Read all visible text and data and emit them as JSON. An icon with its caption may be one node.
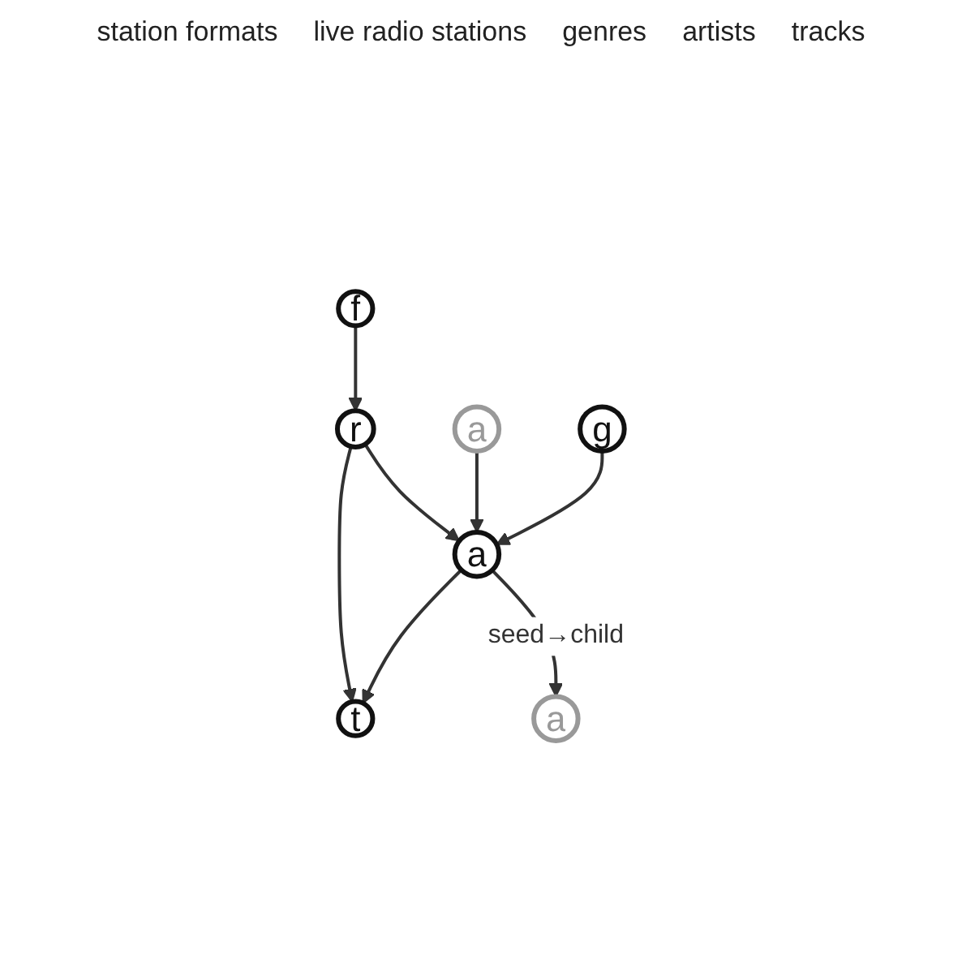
{
  "diagram": {
    "nodes": [
      {
        "text": [
          "f"
        ]
      },
      {
        "text": [
          "r"
        ]
      },
      {
        "text": [
          "a"
        ]
      },
      {
        "text": [
          "g"
        ]
      },
      {
        "text": [
          "a"
        ]
      },
      {
        "text": [
          "t"
        ]
      },
      {
        "text": [
          "a"
        ]
      }
    ],
    "edges": [
      {
        "from": 0,
        "to": 1,
        "arrow": "to"
      },
      {
        "from": 1,
        "to": 4,
        "arrow": "to"
      },
      {
        "from": 1,
        "to": 5,
        "arrow": "to"
      },
      {
        "from": 2,
        "to": 4,
        "arrow": "to"
      },
      {
        "from": 3,
        "to": 4,
        "arrow": "to"
      },
      {
        "from": 4,
        "to": 5,
        "arrow": "to"
      },
      {
        "from": 4,
        "to": 6,
        "arrow": "to",
        "label": "seed→child"
      }
    ],
    "labels": [
      "station formats",
      "live radio stations",
      "genres",
      "artists",
      "tracks"
    ]
  }
}
